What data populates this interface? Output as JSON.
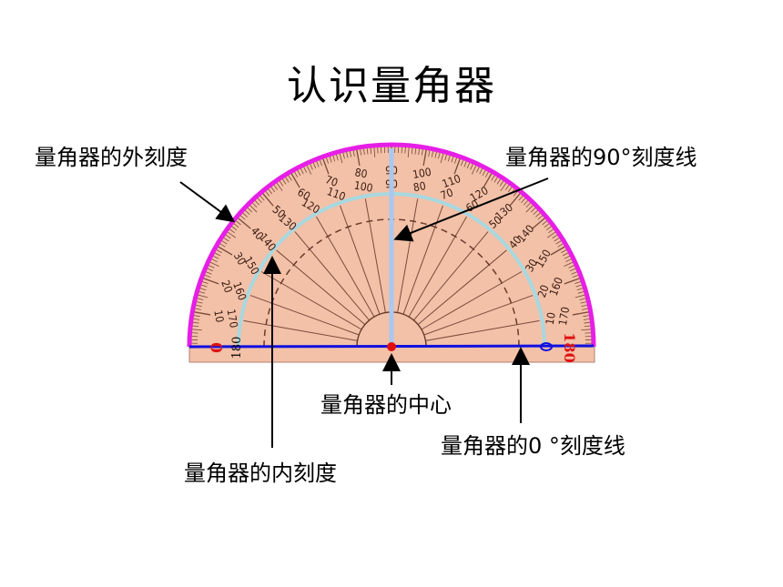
{
  "title": "认识量角器",
  "labels": {
    "outer_scale": "量角器的外刻度",
    "line_90": "量角器的90°刻度线",
    "center": "量角器的中心",
    "line_0": "量角器的0 °刻度线",
    "inner_scale": "量角器的内刻度"
  },
  "protractor": {
    "outer_numbers": [
      "0",
      "10",
      "20",
      "30",
      "40",
      "50",
      "60",
      "70",
      "80",
      "90",
      "100",
      "110",
      "120",
      "130",
      "140",
      "150",
      "160",
      "170",
      "180"
    ],
    "inner_numbers": [
      "180",
      "170",
      "160",
      "150",
      "140",
      "130",
      "120",
      "110",
      "100",
      "90",
      "80",
      "70",
      "60",
      "50",
      "40",
      "30",
      "20",
      "10",
      "0"
    ],
    "left_zero": "0",
    "right_zero": "0",
    "right_180": "180",
    "left_180": "180"
  },
  "colors": {
    "outer_arc": "#e61ee6",
    "inner_arc": "#a8d8e0",
    "baseline": "#1010e0",
    "body": "#f2c1a8",
    "tick": "#7a4a3a",
    "zero_mark": "#e01010",
    "arrow": "#000000"
  }
}
